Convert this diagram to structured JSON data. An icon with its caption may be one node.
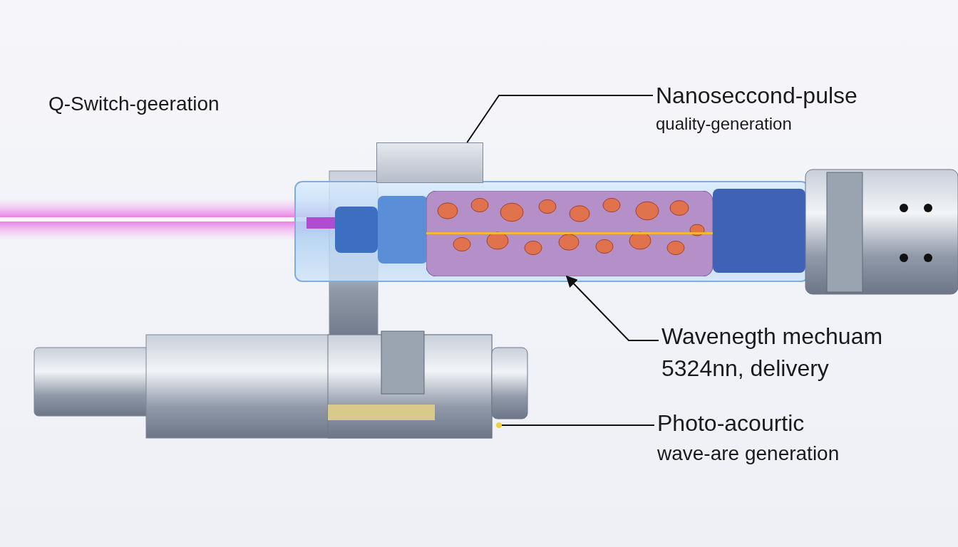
{
  "diagram": {
    "nodes": [
      {
        "text": [
          "Nanoseccond-pulse",
          "quality-generation"
        ]
      },
      {
        "text": [],
        "shape": "box"
      },
      {
        "text": [
          "Wavenegth mechuam",
          "5324nn, delivery"
        ]
      },
      {
        "text": [],
        "shape": "picture"
      },
      {
        "text": [
          "Photo-acourtic",
          "wave-are generation"
        ]
      }
    ],
    "edges": [
      {
        "from": 0,
        "to": 1,
        "arrow": "none"
      },
      {
        "from": 2,
        "to": 3,
        "arrow": "to"
      },
      {
        "from": 4,
        "to": null,
        "arrow": "none"
      }
    ],
    "labels": [
      "Q-Switch-geeration"
    ]
  }
}
